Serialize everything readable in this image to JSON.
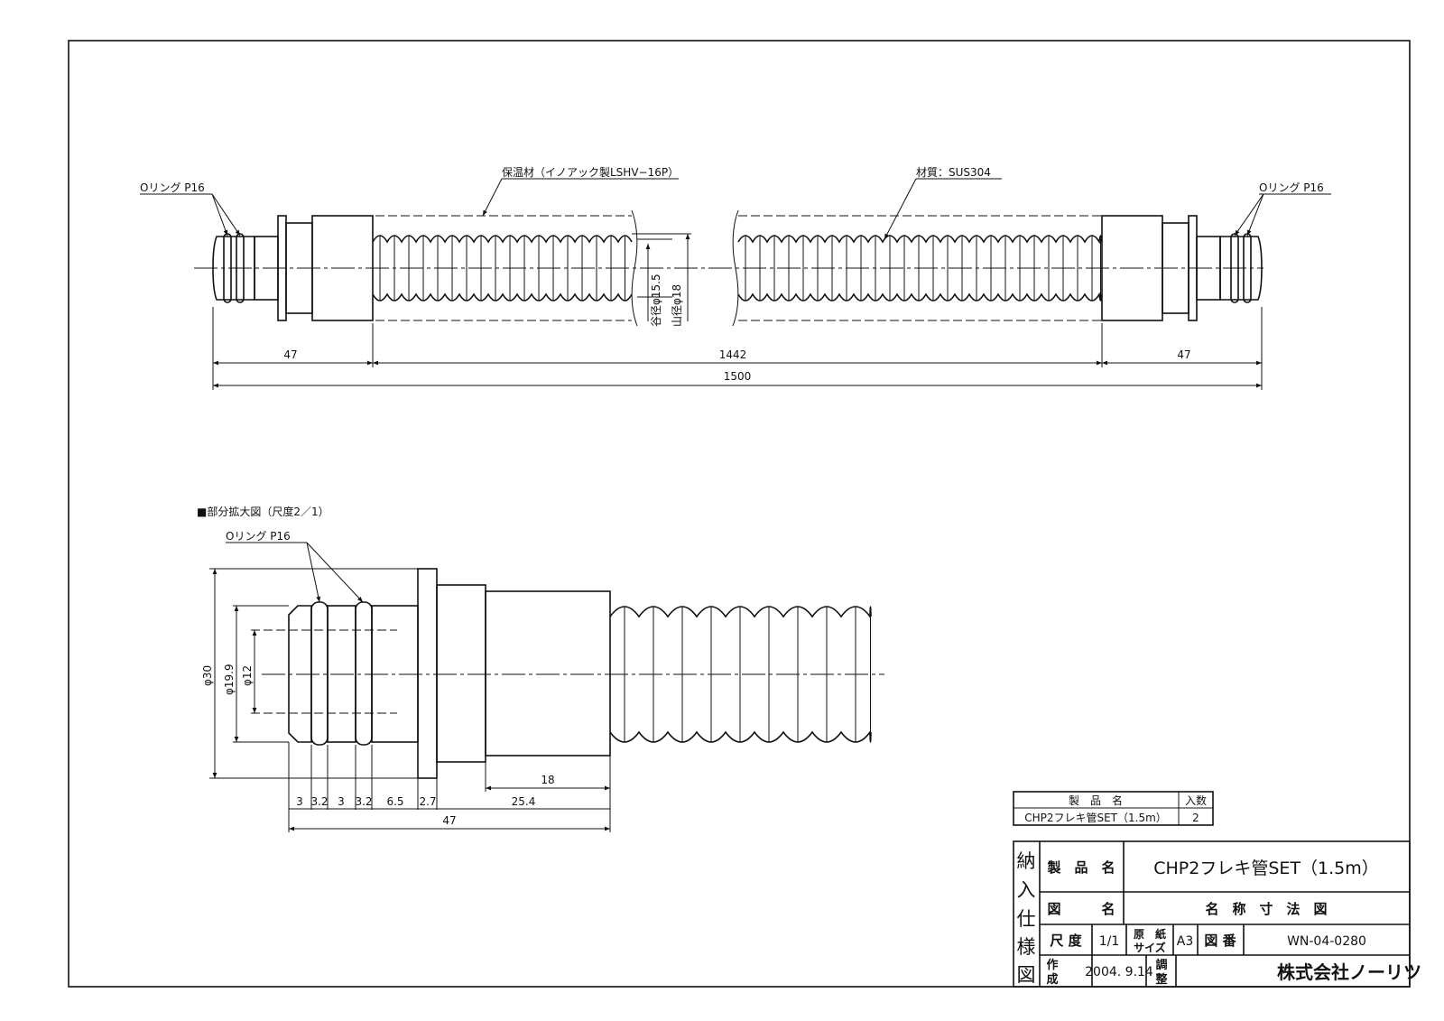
{
  "main_view": {
    "label_oring_left": "Oリング P16",
    "label_oring_right": "Oリング P16",
    "label_insulation": "保温材（イノアック製LSHV−16P）",
    "label_material": "材質：SUS304",
    "label_root_dia": "谷径φ15.5",
    "label_crest_dia": "山径φ18",
    "dim_left": "47",
    "dim_mid": "1442",
    "dim_right": "47",
    "dim_total": "1500"
  },
  "detail_view": {
    "title": "■部分拡大図（尺度2／1）",
    "label_oring": "Oリング P16",
    "dia_30": "φ30",
    "dia_199": "φ19.9",
    "dia_12": "φ12",
    "dims": [
      "3",
      "3.2",
      "3",
      "3.2",
      "6.5",
      "2.7",
      "25.4"
    ],
    "dim_18": "18",
    "dim_total": "47"
  },
  "parts_table": {
    "header_name": "製　品　名",
    "header_qty": "入数",
    "row_name": "CHP2フレキ管SET（1.5m）",
    "row_qty": "2"
  },
  "title_block": {
    "vertical_label": [
      "納",
      "入",
      "仕",
      "様",
      "図"
    ],
    "product_label": "製　品　名",
    "product_value": "CHP2フレキ管SET（1.5m）",
    "drawing_label": "図　　　名",
    "drawing_value": "名　称　寸　法　図",
    "scale_label": "尺 度",
    "scale_value": "1/1",
    "paper_label_1": "原　紙",
    "paper_label_2": "サイズ",
    "paper_value": "A3",
    "number_label": "図 番",
    "number_value": "WN-04-0280",
    "made_label_1": "作",
    "made_label_2": "成",
    "made_value": "2004. 9.14",
    "adjust_label_1": "調",
    "adjust_label_2": "整",
    "company": "株式会社ノーリツ"
  }
}
